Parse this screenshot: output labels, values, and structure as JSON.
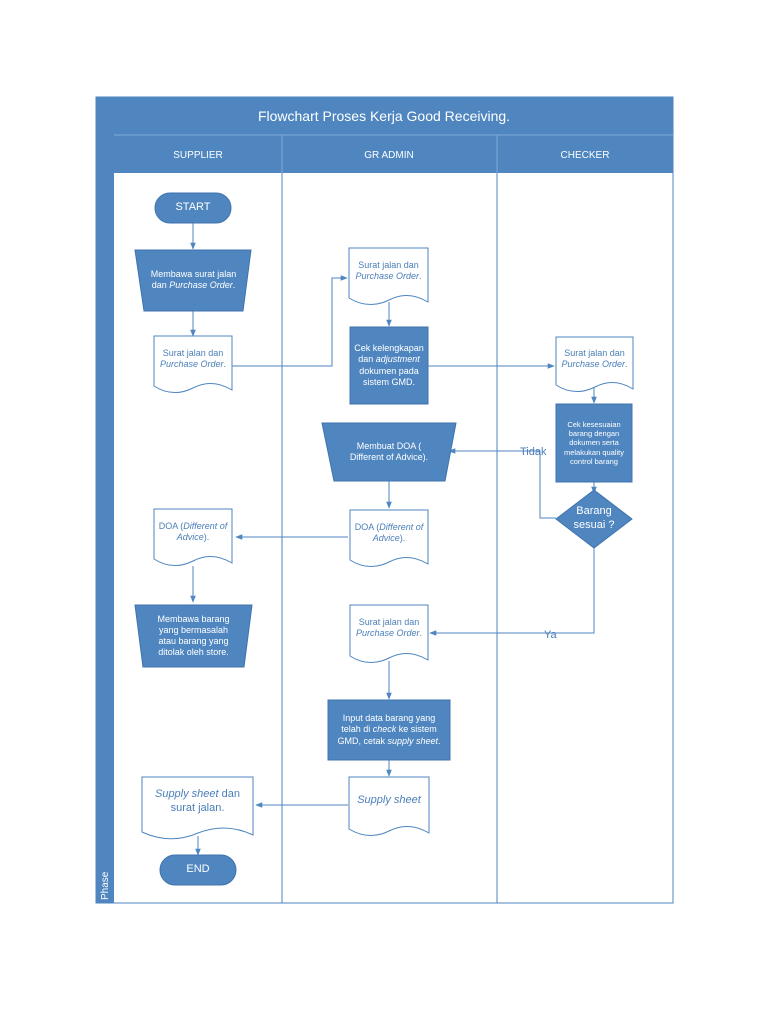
{
  "title": "Flowchart Proses Kerja Good Receiving.",
  "phase_label": "Phase",
  "lanes": [
    {
      "name": "SUPPLIER"
    },
    {
      "name": "GR ADMIN"
    },
    {
      "name": "CHECKER"
    }
  ],
  "nodes": {
    "start": "START",
    "supplier_input_a": "Membawa surat jalan dan ",
    "supplier_input_b": "Purchase Order",
    "supplier_input_c": ".",
    "supplier_doc_a": "Surat jalan dan ",
    "supplier_doc_b": "Purchase Order",
    "supplier_doc_c": ".",
    "admin_doc1_a": "Surat jalan dan ",
    "admin_doc1_b": "Purchase Order",
    "admin_doc1_c": ".",
    "admin_check_a": "Cek kelengkapan dan ",
    "admin_check_b": "adjustment",
    "admin_check_c": " dokumen pada sistem GMD.",
    "checker_doc_a": "Surat jalan dan ",
    "checker_doc_b": "Purchase Order",
    "checker_doc_c": ".",
    "checker_process": "Cek kesesuaian barang dengan dokumen serta melakukan quality control barang",
    "doa_make": "Membuat DOA ( Different of Advice).",
    "decision": "Barang sesuai ?",
    "label_tidak": "Tidak",
    "admin_doa_a": "DOA (",
    "admin_doa_b": "Different of Advice",
    "admin_doa_c": ").",
    "supplier_doa_a": "DOA (",
    "supplier_doa_b": "Different of Advice",
    "supplier_doa_c": ").",
    "supplier_return": "Membawa barang yang bermasalah atau barang yang ditolak oleh store.",
    "label_ya": "Ya",
    "admin_doc2_a": "Surat jalan dan ",
    "admin_doc2_b": "Purchase Order",
    "admin_doc2_c": ".",
    "admin_input_a": "Input data barang yang telah di ",
    "admin_input_b": "check",
    "admin_input_c": " ke sistem GMD, cetak ",
    "admin_input_d": "supply sheet",
    "admin_input_e": ".",
    "admin_supply": "Supply sheet",
    "supplier_final_a": "Supply sheet",
    "supplier_final_b": " dan surat jalan.",
    "end": "END"
  },
  "colors": {
    "primary": "#4f86c0",
    "border": "#3f73ad",
    "text_dark": "#4a7eb8",
    "white": "#ffffff"
  }
}
